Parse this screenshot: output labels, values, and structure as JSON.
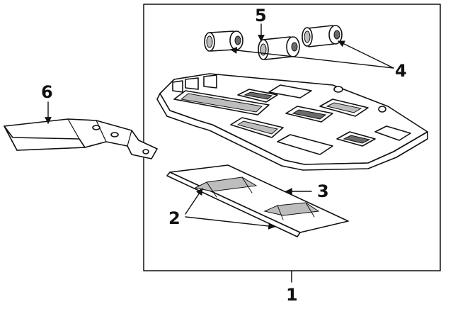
{
  "callouts": {
    "c1": "1",
    "c2": "2",
    "c3": "3",
    "c4": "4",
    "c5": "5",
    "c6": "6"
  },
  "colors": {
    "line": "#111111",
    "shade": "#6a6a6a",
    "light": "#bdbdbd",
    "background": "#ffffff"
  }
}
